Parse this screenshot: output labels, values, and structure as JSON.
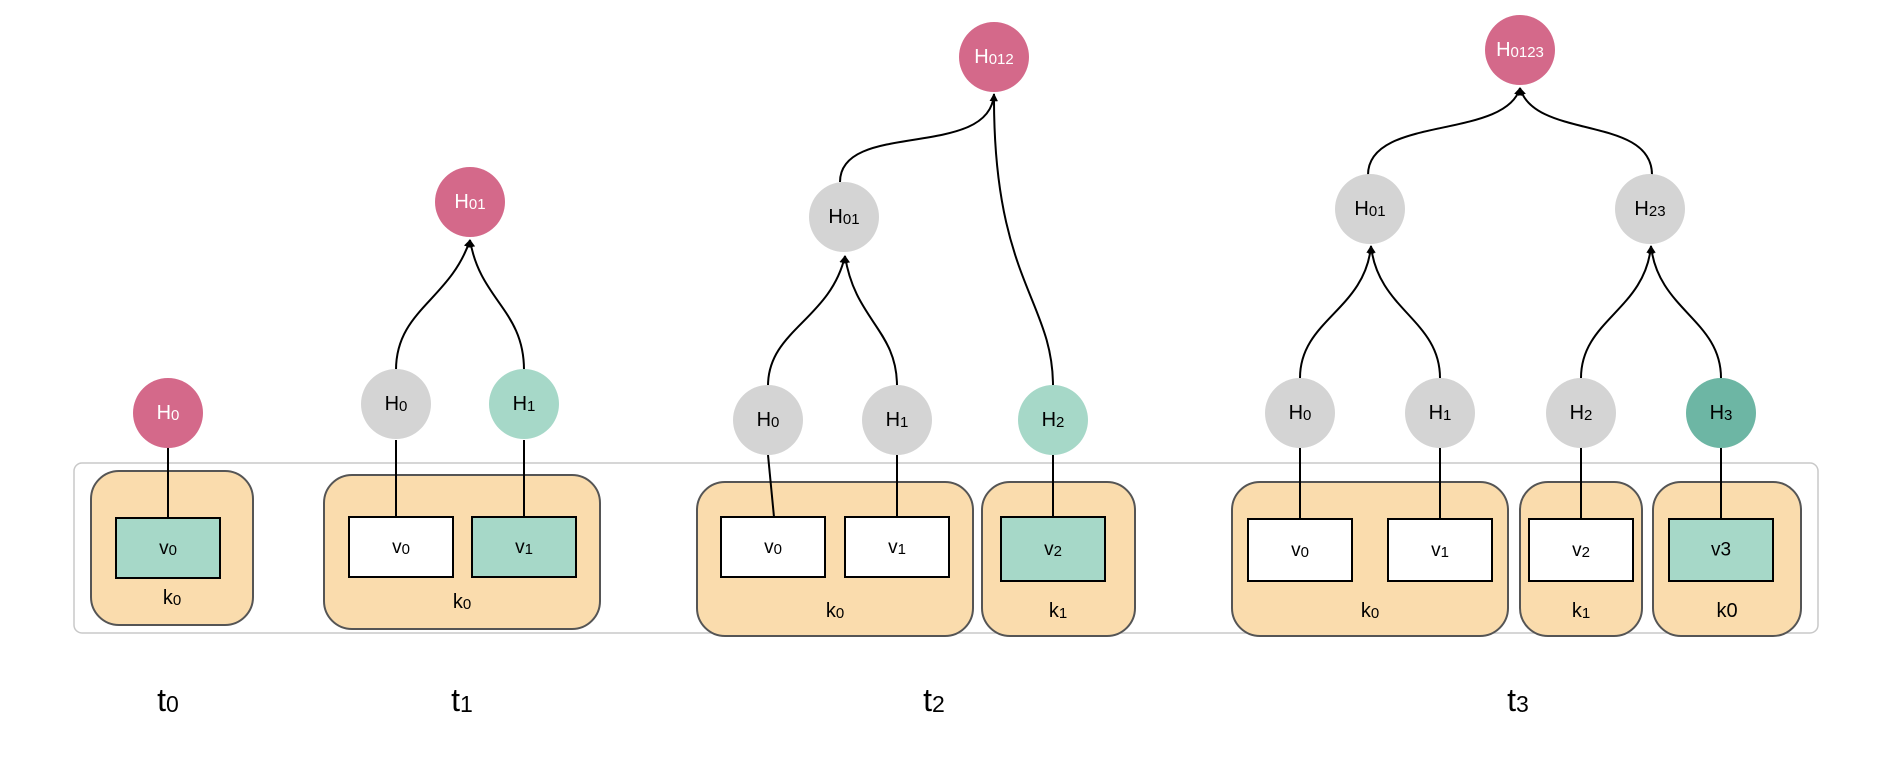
{
  "colors": {
    "root_node": "#d4698a",
    "internal_node": "#d4d4d4",
    "new_leaf_node": "#a6d8c8",
    "newest_leaf_node": "#6db6a4",
    "partition_fill": "#fadcad",
    "partition_stroke": "#555555",
    "value_new": "#a6d8c8",
    "value_old": "#ffffff"
  },
  "times": [
    {
      "label": {
        "main": "t",
        "sub": "0"
      },
      "nodes": {
        "h0": {
          "main": "H",
          "sub": "0"
        }
      },
      "partitions": [
        {
          "key": {
            "main": "k",
            "sub": "0"
          },
          "values": [
            {
              "main": "v",
              "sub": "0"
            }
          ]
        }
      ]
    },
    {
      "label": {
        "main": "t",
        "sub": "1"
      },
      "nodes": {
        "root": {
          "main": "H",
          "sub": "01"
        },
        "h0": {
          "main": "H",
          "sub": "0"
        },
        "h1": {
          "main": "H",
          "sub": "1"
        }
      },
      "partitions": [
        {
          "key": {
            "main": "k",
            "sub": "0"
          },
          "values": [
            {
              "main": "v",
              "sub": "0"
            },
            {
              "main": "v",
              "sub": "1"
            }
          ]
        }
      ]
    },
    {
      "label": {
        "main": "t",
        "sub": "2"
      },
      "nodes": {
        "root": {
          "main": "H",
          "sub": "012"
        },
        "h01": {
          "main": "H",
          "sub": "01"
        },
        "h0": {
          "main": "H",
          "sub": "0"
        },
        "h1": {
          "main": "H",
          "sub": "1"
        },
        "h2": {
          "main": "H",
          "sub": "2"
        }
      },
      "partitions": [
        {
          "key": {
            "main": "k",
            "sub": "0"
          },
          "values": [
            {
              "main": "v",
              "sub": "0"
            },
            {
              "main": "v",
              "sub": "1"
            }
          ]
        },
        {
          "key": {
            "main": "k",
            "sub": "1"
          },
          "values": [
            {
              "main": "v",
              "sub": "2"
            }
          ]
        }
      ]
    },
    {
      "label": {
        "main": "t",
        "sub": "3"
      },
      "nodes": {
        "root": {
          "main": "H",
          "sub": "0123"
        },
        "h01": {
          "main": "H",
          "sub": "01"
        },
        "h23": {
          "main": "H",
          "sub": "23"
        },
        "h0": {
          "main": "H",
          "sub": "0"
        },
        "h1": {
          "main": "H",
          "sub": "1"
        },
        "h2": {
          "main": "H",
          "sub": "2"
        },
        "h3": {
          "main": "H",
          "sub": "3"
        }
      },
      "partitions": [
        {
          "key": {
            "main": "k",
            "sub": "0"
          },
          "values": [
            {
              "main": "v",
              "sub": "0"
            },
            {
              "main": "v",
              "sub": "1"
            }
          ]
        },
        {
          "key": {
            "main": "k",
            "sub": "1"
          },
          "values": [
            {
              "main": "v",
              "sub": "2"
            }
          ]
        },
        {
          "key": {
            "main": "k0"
          },
          "values": [
            {
              "main": "v3"
            }
          ]
        }
      ]
    }
  ]
}
